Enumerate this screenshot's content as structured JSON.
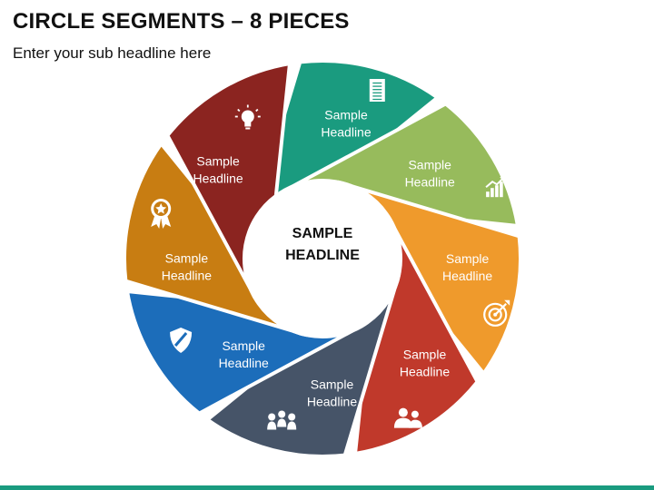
{
  "slide": {
    "title": "CIRCLE SEGMENTS – 8 PIECES",
    "subtitle": "Enter your sub headline here",
    "center_label": [
      "SAMPLE",
      "HEADLINE"
    ],
    "footer_color": "#1a9b7f"
  },
  "segments": [
    {
      "label": [
        "Sample",
        "Headline"
      ],
      "color": "#1a9b7f",
      "icon": "document-icon"
    },
    {
      "label": [
        "Sample",
        "Headline"
      ],
      "color": "#97bb5c",
      "icon": "growth-chart-icon"
    },
    {
      "label": [
        "Sample",
        "Headline"
      ],
      "color": "#ef9a2c",
      "icon": "target-icon"
    },
    {
      "label": [
        "Sample",
        "Headline"
      ],
      "color": "#c0392b",
      "icon": "users-icon"
    },
    {
      "label": [
        "Sample",
        "Headline"
      ],
      "color": "#465468",
      "icon": "team-icon"
    },
    {
      "label": [
        "Sample",
        "Headline"
      ],
      "color": "#1c6dba",
      "icon": "shield-icon"
    },
    {
      "label": [
        "Sample",
        "Headline"
      ],
      "color": "#c87d12",
      "icon": "award-ribbon-icon"
    },
    {
      "label": [
        "Sample",
        "Headline"
      ],
      "color": "#8b2420",
      "icon": "lightbulb-icon"
    }
  ]
}
